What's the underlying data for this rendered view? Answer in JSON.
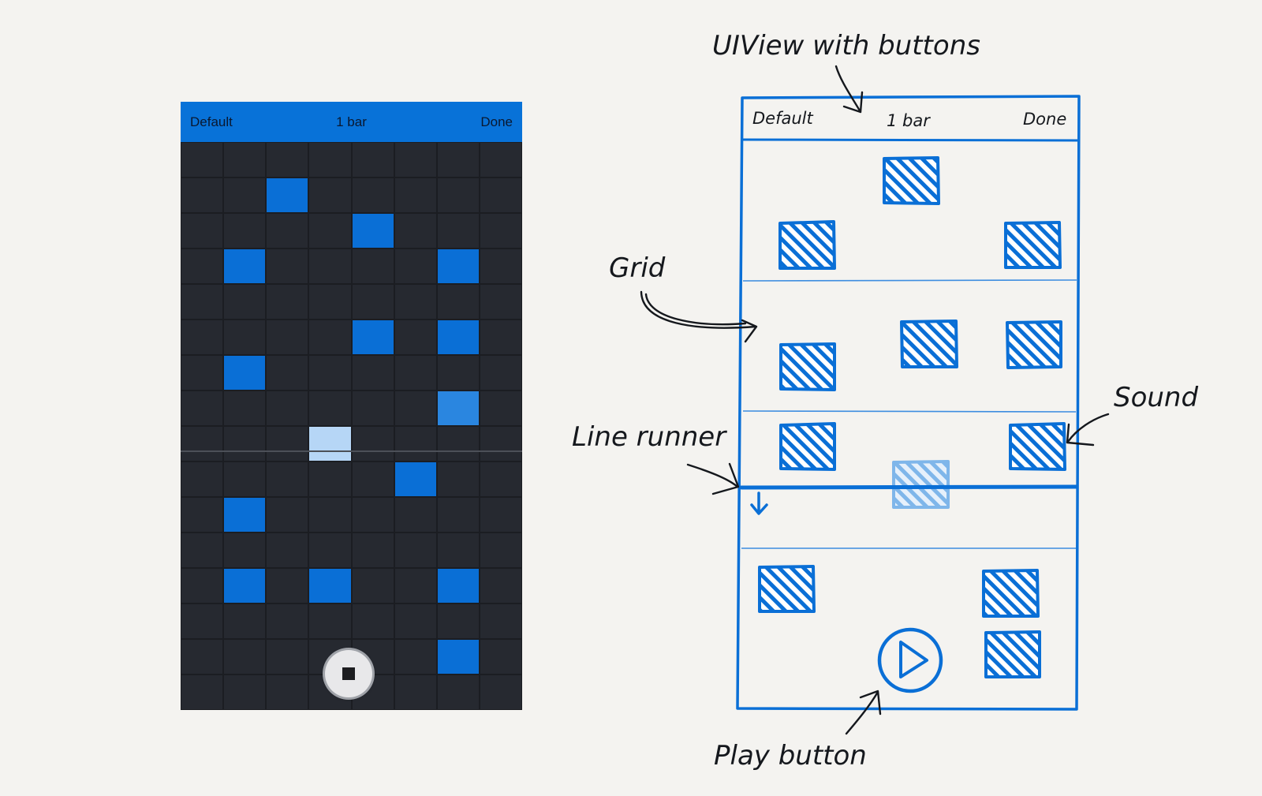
{
  "app": {
    "nav": {
      "left_label": "Default",
      "title": "1 bar",
      "right_label": "Done"
    },
    "colors": {
      "background": "#262930",
      "grid_line": "#1b1d22",
      "nav_bar": "#0872d8",
      "pad_active": "#0a6fd6",
      "pad_fading": "#2a86e0",
      "pad_playing": "#b6d6f6"
    },
    "grid": {
      "columns": 8,
      "rows": 16
    },
    "active_pads": [
      {
        "row": 1,
        "col": 2,
        "state": "on"
      },
      {
        "row": 2,
        "col": 4,
        "state": "on"
      },
      {
        "row": 3,
        "col": 1,
        "state": "on"
      },
      {
        "row": 3,
        "col": 6,
        "state": "on"
      },
      {
        "row": 5,
        "col": 4,
        "state": "on"
      },
      {
        "row": 5,
        "col": 6,
        "state": "on"
      },
      {
        "row": 6,
        "col": 1,
        "state": "on"
      },
      {
        "row": 7,
        "col": 6,
        "state": "fading"
      },
      {
        "row": 8,
        "col": 3,
        "state": "playing"
      },
      {
        "row": 9,
        "col": 5,
        "state": "on"
      },
      {
        "row": 10,
        "col": 1,
        "state": "on"
      },
      {
        "row": 12,
        "col": 1,
        "state": "on"
      },
      {
        "row": 12,
        "col": 3,
        "state": "on"
      },
      {
        "row": 12,
        "col": 6,
        "state": "on"
      },
      {
        "row": 14,
        "col": 6,
        "state": "on"
      }
    ],
    "stop_button": {
      "icon": "stop-icon"
    }
  },
  "sketch": {
    "colors": {
      "ink": "#0a6fd6",
      "ink_light": "#7fb6ea",
      "text": "#15181d"
    },
    "nav": {
      "left_label": "Default",
      "title": "1 bar",
      "right_label": "Done"
    },
    "annotations": {
      "uiview": "UIView with buttons",
      "grid": "Grid",
      "sound": "Sound",
      "line_runner": "Line runner",
      "play_button": "Play button"
    },
    "play_icon": "play-icon"
  }
}
